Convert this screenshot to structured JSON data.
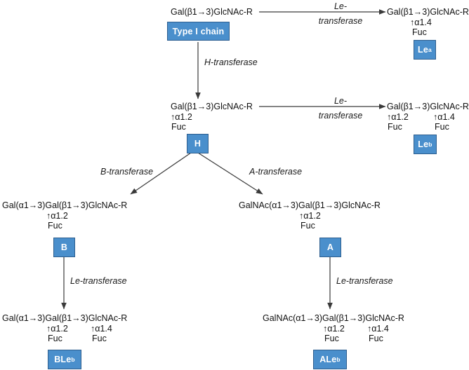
{
  "diagram": {
    "title": "Type I chain glycan biosynthesis pathway",
    "colors": {
      "node_fill": "#4a8fcc",
      "node_border": "#2e5f8f",
      "node_text": "#ffffff",
      "line": "#3a3a3a",
      "text": "#1a1a1a"
    }
  },
  "structures": {
    "type1": {
      "main": "Gal(β1→3)GlcNAc-R"
    },
    "lea": {
      "main": "Gal(β1→3)GlcNAc-R",
      "link1": "↑α1.4",
      "fuc1": "Fuc"
    },
    "h": {
      "main": "Gal(β1→3)GlcNAc-R",
      "link1": "↑α1.2",
      "fuc1": "Fuc"
    },
    "leb": {
      "main": "Gal(β1→3)GlcNAc-R",
      "link1": "↑α1.2",
      "fuc1": "Fuc",
      "link2": "↑α1.4",
      "fuc2": "Fuc"
    },
    "b": {
      "main": "Gal(α1→3)Gal(β1→3)GlcNAc-R",
      "link1": "↑α1.2",
      "fuc1": "Fuc"
    },
    "a": {
      "main": "GalNAc(α1→3)Gal(β1→3)GlcNAc-R",
      "link1": "↑α1.2",
      "fuc1": "Fuc"
    },
    "bleb": {
      "main": "Gal(α1→3)Gal(β1→3)GlcNAc-R",
      "link1": "↑α1.2",
      "fuc1": "Fuc",
      "link2": "↑α1.4",
      "fuc2": "Fuc"
    },
    "aleb": {
      "main": "GalNAc(α1→3)Gal(β1→3)GlcNAc-R",
      "link1": "↑α1.2",
      "fuc1": "Fuc",
      "link2": "↑α1.4",
      "fuc2": "Fuc"
    }
  },
  "nodes": {
    "type1": {
      "label": "Type I chain"
    },
    "lea": {
      "label": "Le",
      "sup": "a"
    },
    "h": {
      "label": "H"
    },
    "leb": {
      "label": "Le",
      "sup": "b"
    },
    "b": {
      "label": "B"
    },
    "a": {
      "label": "A"
    },
    "bleb": {
      "label": "BLe",
      "sup": "b"
    },
    "aleb": {
      "label": "ALe",
      "sup": "b"
    }
  },
  "enzymes": {
    "le_top_line1": "Le-",
    "le_top_line2": "transferase",
    "h_transferase": "H-transferase",
    "le_mid_line1": "Le-",
    "le_mid_line2": "transferase",
    "b_transferase": "B-transferase",
    "a_transferase": "A-transferase",
    "le_left_bottom": "Le-transferase",
    "le_right_bottom": "Le-transferase"
  }
}
